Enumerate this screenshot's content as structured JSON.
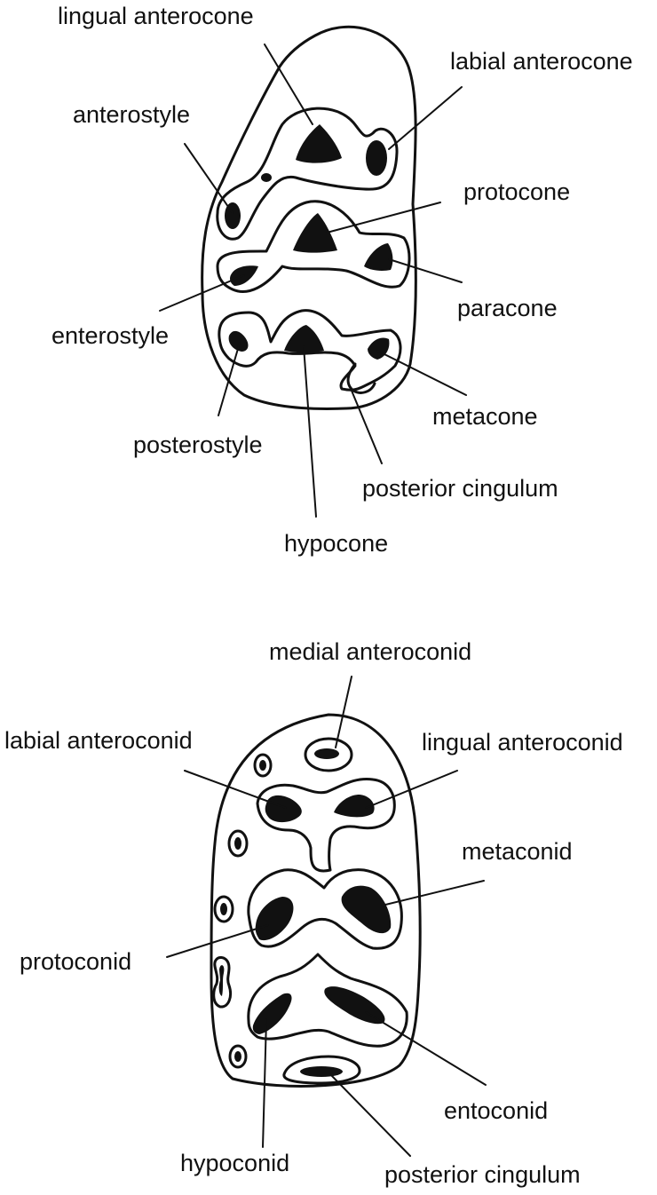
{
  "upper_molar": {
    "labels": {
      "lingual_anterocone": "lingual anterocone",
      "labial_anterocone": "labial anterocone",
      "anterostyle": "anterostyle",
      "protocone": "protocone",
      "paracone": "paracone",
      "enterostyle": "enterostyle",
      "metacone": "metacone",
      "posterostyle": "posterostyle",
      "posterior_cingulum": "posterior cingulum",
      "hypocone": "hypocone"
    }
  },
  "lower_molar": {
    "labels": {
      "medial_anteroconid": "medial anteroconid",
      "labial_anteroconid": "labial anteroconid",
      "lingual_anteroconid": "lingual anteroconid",
      "metaconid": "metaconid",
      "protoconid": "protoconid",
      "entoconid": "entoconid",
      "hypoconid": "hypoconid",
      "posterior_cingulum": "posterior cingulum"
    }
  },
  "colors": {
    "ink": "#111111",
    "background": "#ffffff"
  }
}
